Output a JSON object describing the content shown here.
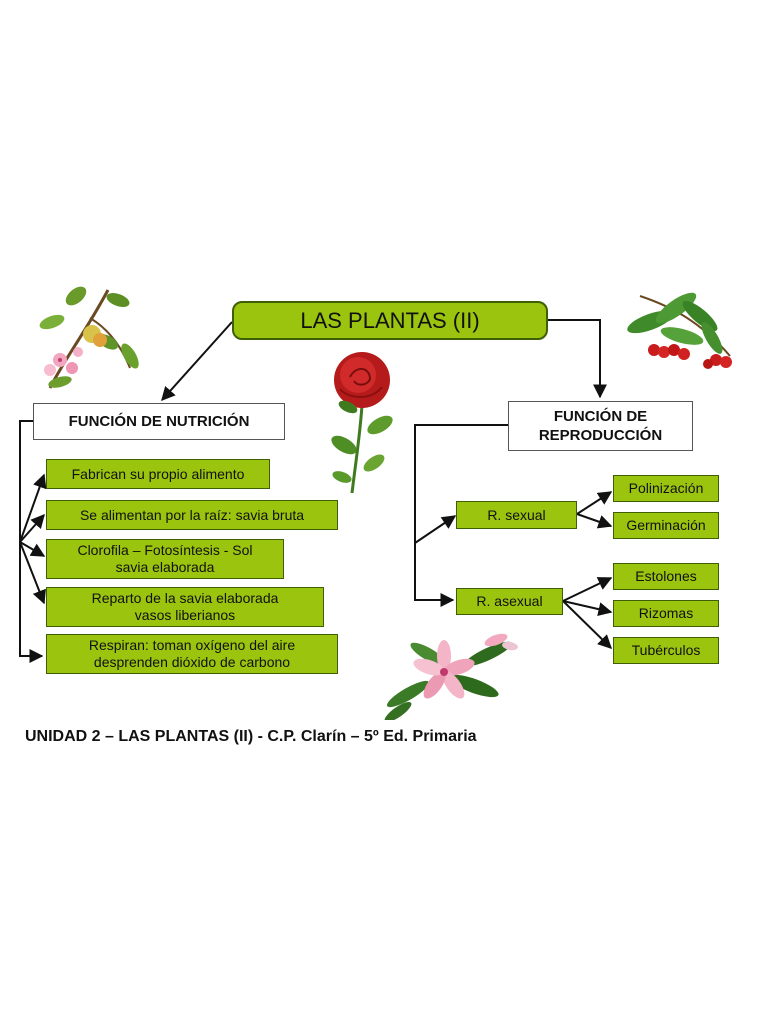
{
  "title": "LAS PLANTAS (II)",
  "nutrition": {
    "heading": "FUNCIÓN DE NUTRICIÓN",
    "items": [
      {
        "line1": "Fabrican su propio alimento",
        "line2": ""
      },
      {
        "line1": "Se alimentan por la raíz: savia bruta",
        "line2": ""
      },
      {
        "line1": "Clorofila – Fotosíntesis - Sol",
        "line2": "savia elaborada"
      },
      {
        "line1": "Reparto de la savia elaborada",
        "line2": "vasos liberianos"
      },
      {
        "line1": "Respiran: toman oxígeno del aire",
        "line2": "desprenden dióxido de carbono"
      }
    ]
  },
  "reproduction": {
    "heading_line1": "FUNCIÓN DE",
    "heading_line2": "REPRODUCCIÓN",
    "sexual": {
      "label": "R. sexual",
      "children": [
        "Polinización",
        "Germinación"
      ]
    },
    "asexual": {
      "label": "R. asexual",
      "children": [
        "Estolones",
        "Rizomas",
        "Tubérculos"
      ]
    }
  },
  "caption": "UNIDAD 2 – LAS PLANTAS (II) - C.P. Clarín – 5º Ed. Primaria",
  "colors": {
    "box_green": "#9bc40e",
    "box_border": "#3f5f06",
    "line": "#111111"
  },
  "illustrations": [
    "apple-blossom-branch",
    "red-rose",
    "rowan-berry-branch",
    "pink-lily-bouquet"
  ]
}
